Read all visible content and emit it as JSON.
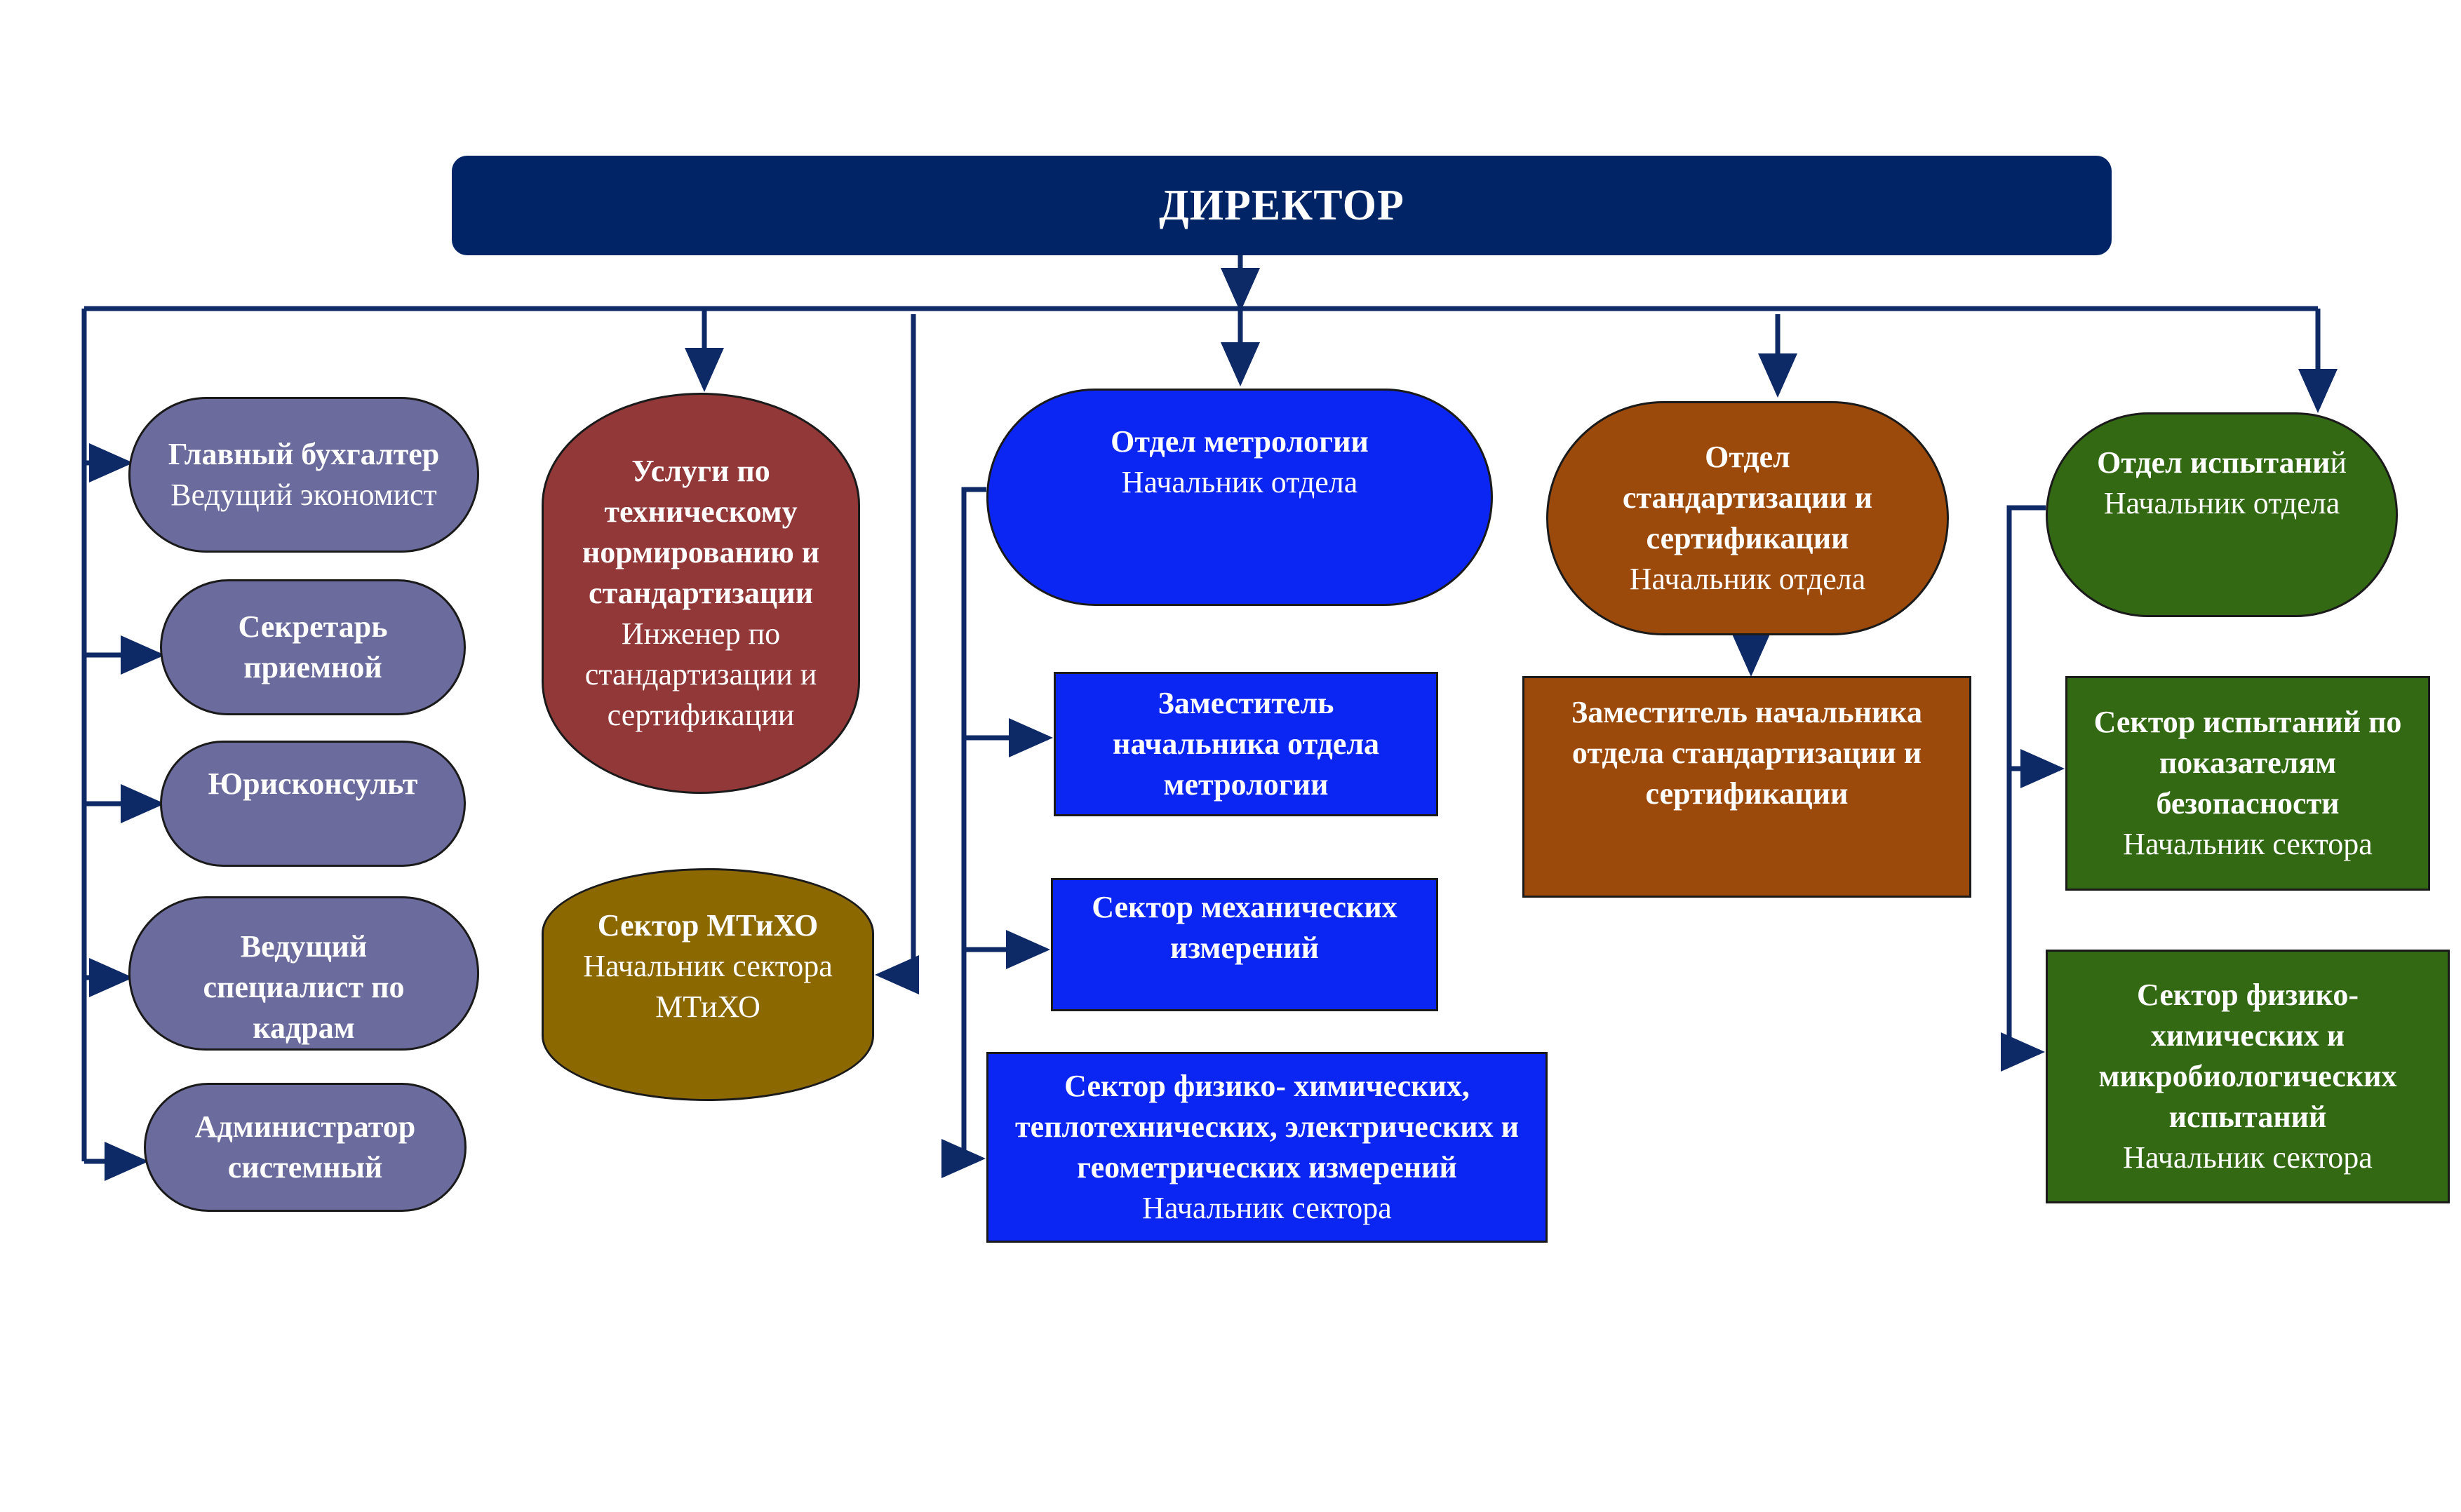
{
  "colors": {
    "connector": "#0e2a66",
    "director": "#002466",
    "support": "#6b6b9d",
    "services": "#923838",
    "mtiho": "#8c6800",
    "metrology": "#0b26f2",
    "standard": "#9c4a0b",
    "testing": "#336913"
  },
  "director": {
    "title": "ДИРЕКТОР"
  },
  "support": [
    {
      "title": "Главный бухгалтер",
      "sub": "Ведущий экономист"
    },
    {
      "title": "Секретарь приемной"
    },
    {
      "title": "Юрисконсульт"
    },
    {
      "title": "Ведущий специалист по кадрам"
    },
    {
      "title": "Администратор системный"
    }
  ],
  "services": {
    "title": "Услуги по техническому нормированию и стандартизации",
    "sub": "Инженер по стандартизации и сертификации"
  },
  "mtiho": {
    "title": "Сектор МТиХО",
    "sub": "Начальник сектора МТиХО"
  },
  "metrology": {
    "head": {
      "title": "Отдел метрологии",
      "sub": "Начальник отдела"
    },
    "deputy": {
      "title": "Заместитель начальника отдела метрологии"
    },
    "mech": {
      "title": "Сектор механических измерений"
    },
    "physchem": {
      "title": "Сектор физико- химических, теплотехнических, электрических и геометрических измерений",
      "sub": "Начальник сектора"
    }
  },
  "standard": {
    "head": {
      "title": "Отдел стандартизации и сертификации",
      "sub": "Начальник отдела"
    },
    "deputy": {
      "title": "Заместитель начальника отдела стандартизации и сертификации"
    }
  },
  "testing": {
    "head": {
      "title": "Отдел испытани",
      "title_tail": "й",
      "sub": "Начальник отдела"
    },
    "safety": {
      "title": "Сектор испытаний по показателям безопасности",
      "sub": "Начальник сектора"
    },
    "micro": {
      "title": "Сектор физико-химических и микробиологических испытаний",
      "sub": "Начальник сектора"
    }
  }
}
